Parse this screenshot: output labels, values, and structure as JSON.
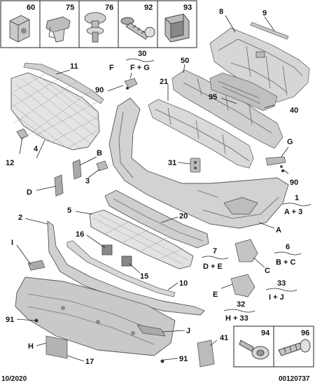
{
  "fastener_boxes_top": [
    {
      "ref": "60",
      "icon": "clip-nut-icon"
    },
    {
      "ref": "75",
      "icon": "push-clip-icon"
    },
    {
      "ref": "76",
      "icon": "rivet-icon"
    },
    {
      "ref": "92",
      "icon": "screw-icon"
    },
    {
      "ref": "93",
      "icon": "grommet-icon"
    }
  ],
  "fastener_boxes_bottom": [
    {
      "ref": "94",
      "icon": "washer-screw-icon"
    },
    {
      "ref": "96",
      "icon": "self-tapping-screw-icon"
    }
  ],
  "labels": {
    "n1": "1",
    "n2": "2",
    "n3": "3",
    "n4": "4",
    "n5": "5",
    "n6": "6",
    "n7": "7",
    "n8": "8",
    "n9": "9",
    "n10": "10",
    "n11": "11",
    "n12": "12",
    "n15": "15",
    "n16": "16",
    "n17": "17",
    "n20": "20",
    "n21": "21",
    "n30": "30",
    "n31": "31",
    "n32": "32",
    "n33": "33",
    "n40": "40",
    "n41": "41",
    "n50": "50",
    "n90a": "90",
    "n90b": "90",
    "n91a": "91",
    "n91b": "91",
    "n95": "95",
    "A": "A",
    "A2": "A",
    "B": "B",
    "B2": "B",
    "C": "C",
    "D": "D",
    "E": "E",
    "F": "F",
    "G": "G",
    "H": "H",
    "I": "I",
    "J": "J"
  },
  "groups": {
    "g1": "A + 3",
    "g6": "B + C",
    "g7": "D + E",
    "g30": "F + G",
    "g32": "H + 33",
    "g33": "I + J"
  },
  "footer": {
    "date": "10/2020",
    "code": "00120737"
  }
}
